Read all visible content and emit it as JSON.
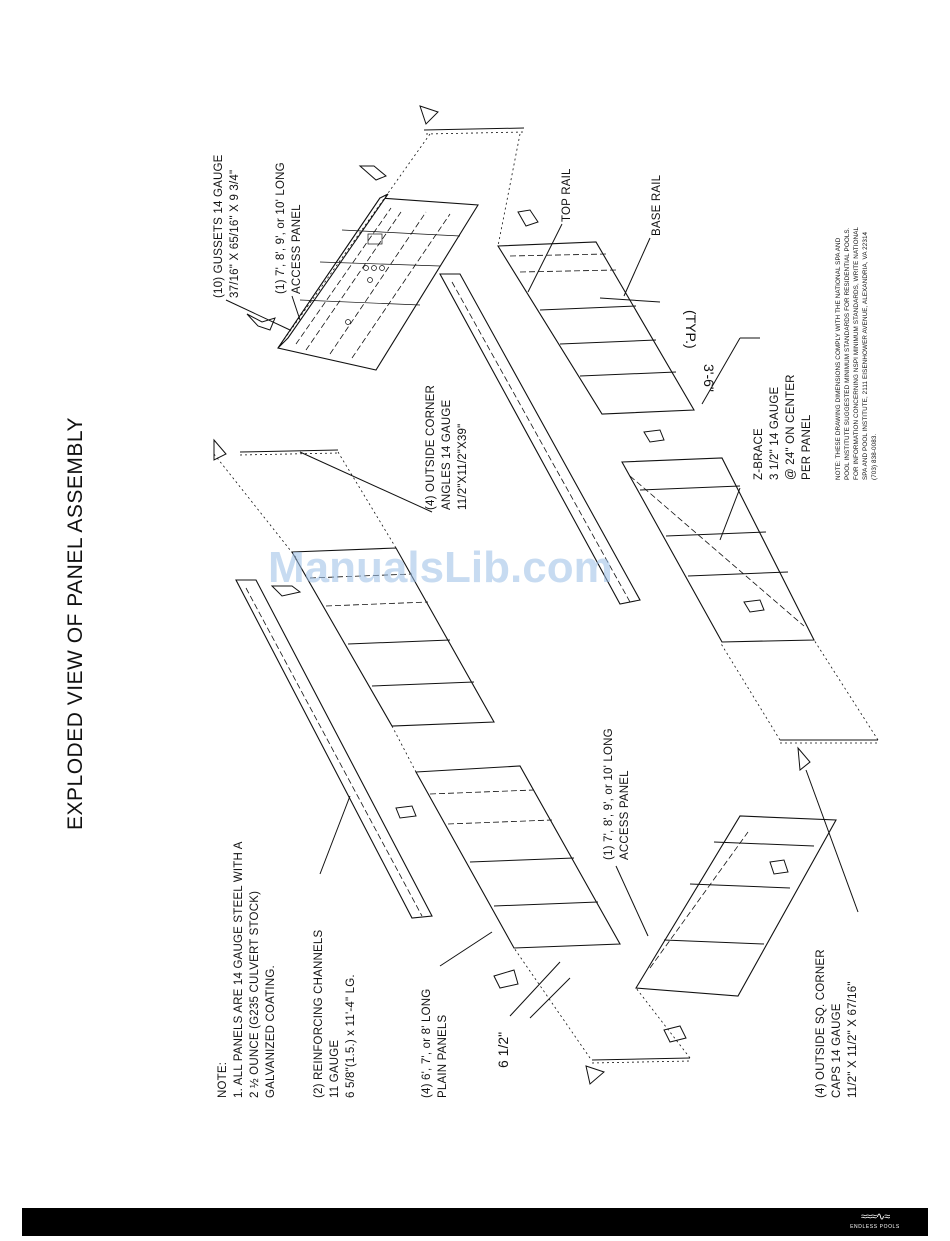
{
  "title": "EXPLODED VIEW OF PANEL ASSEMBLY",
  "watermark": "ManualsLib.com",
  "notes": {
    "general": [
      "NOTE:",
      "1. ALL PANELS ARE 14 GAUGE STEEL WITH A",
      "2 ½ OUNCE (G235 CULVERT STOCK)",
      "GALVANIZED COATING."
    ],
    "channels": [
      "(2) REINFORCING CHANNELS",
      "11 GAUGE",
      "6 5/8\"(1.5.) x 11'-4\" LG."
    ],
    "plain_panels": [
      "(4) 6', 7', or 8' LONG",
      "PLAIN PANELS"
    ],
    "corner_angles": [
      "(4) OUTSIDE CORNER",
      "ANGLES 14 GAUGE",
      "11/2\"X11/2\"X39\""
    ],
    "gussets": [
      "(10) GUSSETS 14 GAUGE",
      "37/16\" X 65/16\" X 9 3/4\""
    ],
    "access_top": [
      "(1) 7', 8', 9', or 10' LONG",
      "ACCESS PANEL"
    ],
    "access_bottom": [
      "(1) 7', 8', 9', or 10' LONG",
      "ACCESS PANEL"
    ],
    "top_rail": "TOP RAIL",
    "base_rail": "BASE RAIL",
    "z_brace": [
      "Z-BRACE",
      "3 1/2\" 14 GAUGE",
      "@ 24\" ON CENTER",
      "PER PANEL"
    ],
    "corner_caps": [
      "(4) OUTSIDE SQ. CORNER",
      "CAPS 14 GAUGE",
      "11/2\" X 11/2\" X 67/16\""
    ],
    "dim_height": "3'-6\"",
    "dim_typ": "(TYP.)",
    "dim_flange": "6 1/2\"",
    "compliance": [
      "NOTE: THESE DRAWING DIMENSIONS COMPLY WITH THE NATIONAL SPA AND",
      "POOL INSTITUTE SUGGESTED MINIMUM STANDARDS FOR RESIDENTIAL POOLS.",
      "FOR INFORMATION CONCERNING NSPI MINIMUM STANDARDS, WRITE NATIONAL",
      "SPA AND POOL INSTITUTE, 2111 EISENHOWER AVENUE, ALEXANDRIA, VA 22314",
      "(703) 838-0083."
    ]
  },
  "footer": {
    "brand": "ENDLESS POOLS",
    "logo_glyph": "≈≈≈∿≈"
  }
}
